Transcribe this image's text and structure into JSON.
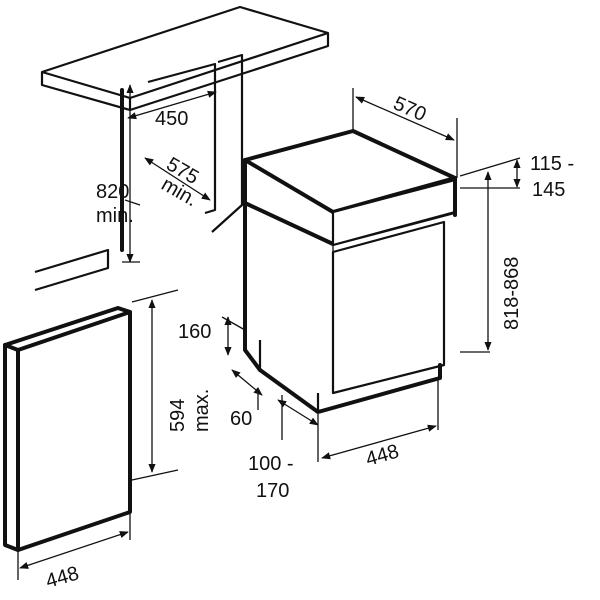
{
  "labels": {
    "cabinet_width": "450",
    "cabinet_depth_a": "575",
    "cabinet_depth_b": "min.",
    "niche_height_a": "820",
    "niche_height_b": "min.",
    "unit_depth": "570",
    "top_gap_a": "115 -",
    "top_gap_b": "145",
    "unit_height": "818-868",
    "toe_height": "160",
    "toe_depth": "60",
    "foot_gap_a": "100 -",
    "foot_gap_b": "170",
    "unit_width": "448",
    "panel_height_a": "594",
    "panel_height_b": "max.",
    "panel_width": "448"
  },
  "colors": {
    "line": "#111111",
    "background": "#ffffff"
  }
}
